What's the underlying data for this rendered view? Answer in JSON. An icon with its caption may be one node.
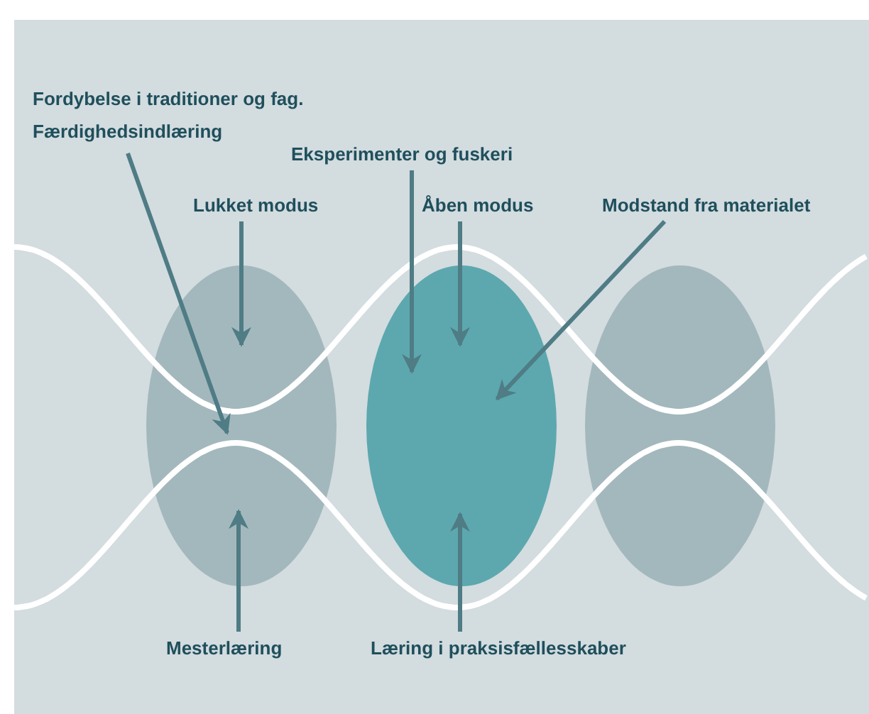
{
  "diagram": {
    "nodes": [
      {
        "text": [
          "Fordybelse i traditioner og fag.",
          "Færdighedsindlæring"
        ]
      },
      {
        "text": [
          "Eksperimenter og fuskeri"
        ]
      },
      {
        "text": [
          "Lukket modus"
        ]
      },
      {
        "text": [
          "Åben modus"
        ]
      },
      {
        "text": [
          "Modstand fra materialet"
        ]
      },
      {
        "text": [],
        "shape": "ellipse"
      },
      {
        "text": [],
        "shape": "ellipse"
      },
      {
        "text": [],
        "shape": "ellipse"
      },
      {
        "text": [
          "Mesterlæring"
        ]
      },
      {
        "text": [
          "Læring i praksisfællesskaber"
        ]
      }
    ],
    "edges": [
      {
        "from": 0,
        "to": 5,
        "arrow": "to"
      },
      {
        "from": 1,
        "to": 6,
        "arrow": "to"
      },
      {
        "from": 2,
        "to": 5,
        "arrow": "to"
      },
      {
        "from": 3,
        "to": 6,
        "arrow": "to"
      },
      {
        "from": 4,
        "to": 6,
        "arrow": "to"
      },
      {
        "from": 8,
        "to": 5,
        "arrow": "to"
      },
      {
        "from": 9,
        "to": 6,
        "arrow": "to"
      }
    ]
  }
}
